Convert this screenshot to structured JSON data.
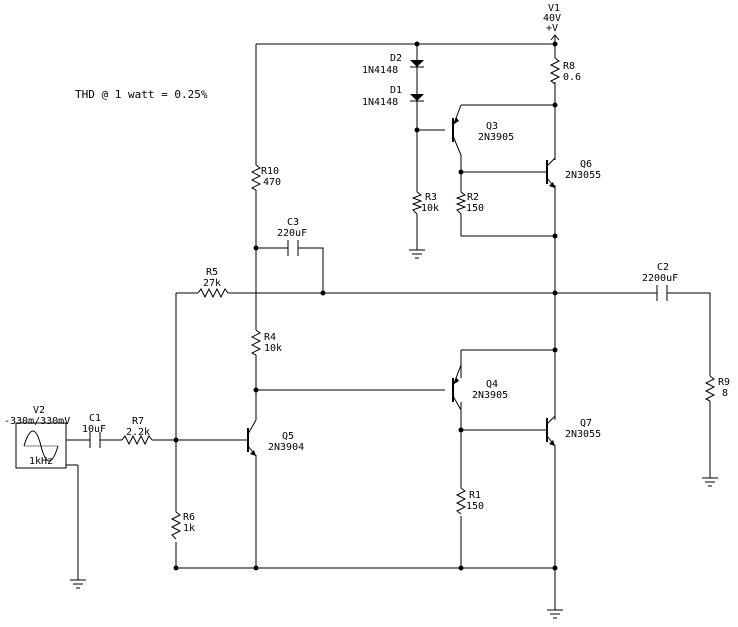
{
  "note": "THD @ 1 watt = 0.25%",
  "supply": {
    "name": "V1",
    "value": "40V",
    "rail": "+V"
  },
  "source": {
    "name": "V2",
    "amplitude": "-330m/330mV",
    "freq": "1kHz"
  },
  "components": {
    "C1": {
      "name": "C1",
      "value": "10uF"
    },
    "C2": {
      "name": "C2",
      "value": "2200uF"
    },
    "C3": {
      "name": "C3",
      "value": "220uF"
    },
    "R1": {
      "name": "R1",
      "value": "150"
    },
    "R2": {
      "name": "R2",
      "value": "150"
    },
    "R3": {
      "name": "R3",
      "value": "10k"
    },
    "R4": {
      "name": "R4",
      "value": "10k"
    },
    "R5": {
      "name": "R5",
      "value": "27k"
    },
    "R6": {
      "name": "R6",
      "value": "1k"
    },
    "R7": {
      "name": "R7",
      "value": "2.2k"
    },
    "R8": {
      "name": "R8",
      "value": "0.6"
    },
    "R9": {
      "name": "R9",
      "value": "8"
    },
    "R10": {
      "name": "R10",
      "value": "470"
    },
    "D1": {
      "name": "D1",
      "value": "1N4148"
    },
    "D2": {
      "name": "D2",
      "value": "1N4148"
    },
    "Q3": {
      "name": "Q3",
      "value": "2N3905"
    },
    "Q4": {
      "name": "Q4",
      "value": "2N3905"
    },
    "Q5": {
      "name": "Q5",
      "value": "2N3904"
    },
    "Q6": {
      "name": "Q6",
      "value": "2N3055"
    },
    "Q7": {
      "name": "Q7",
      "value": "2N3055"
    }
  }
}
